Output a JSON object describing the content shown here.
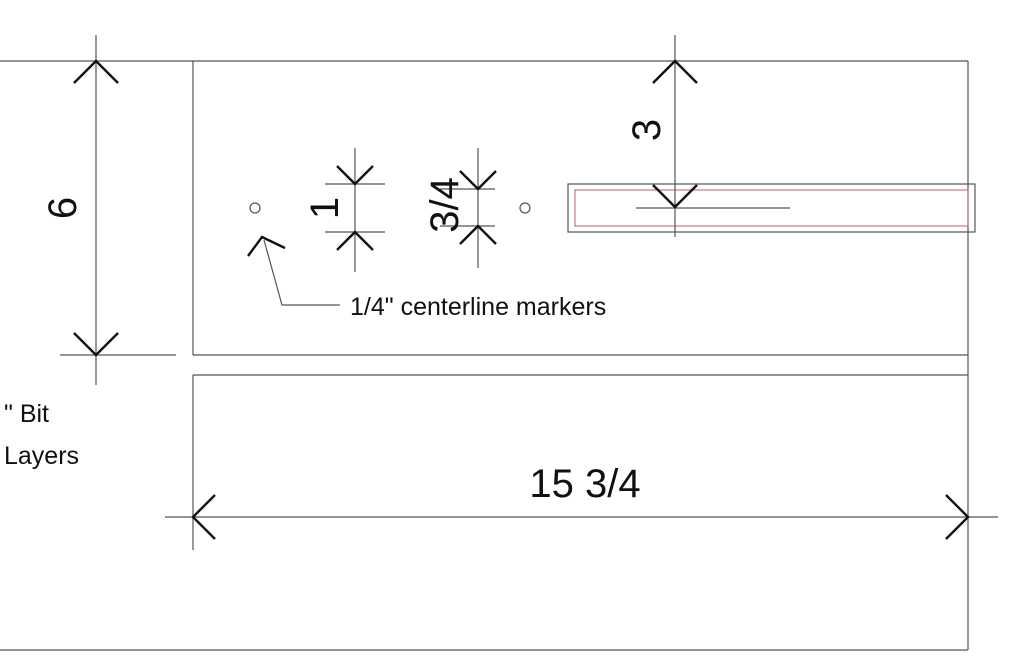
{
  "dimensions": {
    "height": "6",
    "width": "15 3/4",
    "slot_offset": "3",
    "marker_spacing": "1",
    "slot_width": "3/4"
  },
  "annotation": "1/4\" centerline markers",
  "left_notes": [
    "\" Bit",
    "Layers"
  ],
  "colors": {
    "line": "#555555",
    "slot_inner": "#c06060"
  }
}
